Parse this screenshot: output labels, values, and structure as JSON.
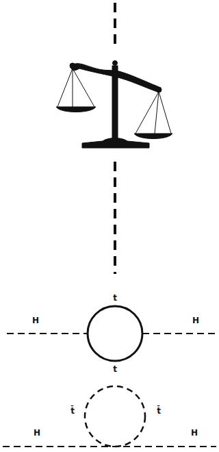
{
  "diagram": {
    "labels": [
      "t",
      "H",
      "H",
      "t",
      "t̄",
      "t̄",
      "H",
      "H"
    ]
  }
}
